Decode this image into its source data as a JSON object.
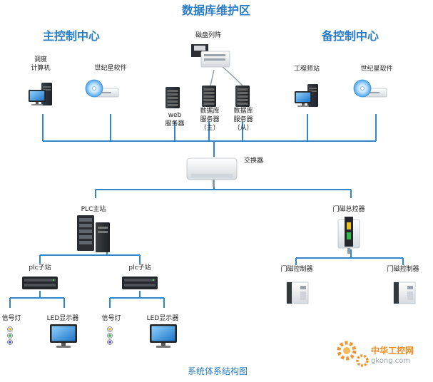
{
  "title": "数据库维护区",
  "main_center": "主控制中心",
  "backup_center": "备控制中心",
  "disk_array": "磁盘列阵",
  "dispatch_computer": [
    "调度",
    "计算机"
  ],
  "software_main": "世纪星软件",
  "software_backup": "世纪星软件",
  "engineer_station": "工程师站",
  "web_server": [
    "web",
    "服务器"
  ],
  "db_server_main": [
    "数据库",
    "服务器",
    "（主）"
  ],
  "db_server_backup": [
    "数据库",
    "服务器",
    "（从）"
  ],
  "switch": "交换器",
  "plc_main": "PLC主站",
  "door_master": "门磁总控器",
  "plc_sub_1": "plc子站",
  "plc_sub_2": "plc子站",
  "door_ctrl_1": "门磁控制器",
  "door_ctrl_2": "门磁控制器",
  "signal_light_1": "信号灯",
  "led_1": "LED显示器",
  "signal_light_2": "信号灯",
  "led_2": "LED显示器",
  "caption": "系统体系结构图",
  "watermark": {
    "cn": "中华工控网",
    "en": "gkong.com"
  },
  "colors": {
    "title": "#2a7dc4",
    "line": "#2f86cc",
    "watermark": "#f08a1c"
  }
}
